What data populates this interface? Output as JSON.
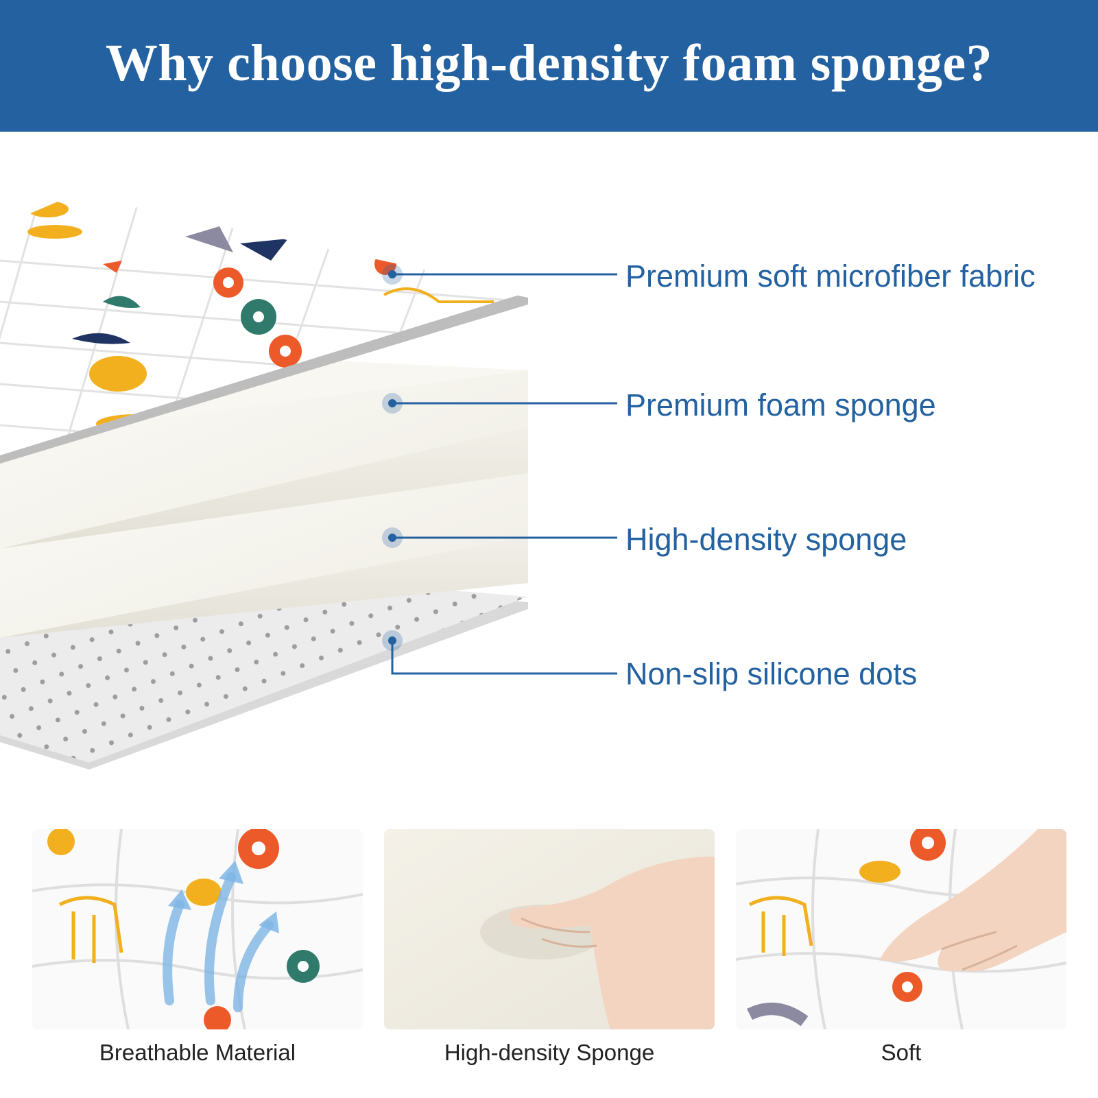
{
  "header": {
    "title": "Why choose high-density foam sponge?"
  },
  "layers": [
    {
      "label": "Premium soft microfiber fabric",
      "icon": "fabric-layer"
    },
    {
      "label": "Premium foam sponge",
      "icon": "foam-layer"
    },
    {
      "label": "High-density sponge",
      "icon": "sponge-layer"
    },
    {
      "label": "Non-slip silicone dots",
      "icon": "dots-layer"
    }
  ],
  "features": [
    {
      "caption": "Breathable Material",
      "icon": "airflow-arrows-icon"
    },
    {
      "caption": "High-density Sponge",
      "icon": "hand-press-icon"
    },
    {
      "caption": "Soft",
      "icon": "hand-touch-icon"
    }
  ],
  "colors": {
    "brand_blue": "#2361a0",
    "foam": "#f3f1ea",
    "dots_sheet": "#e6e6e6",
    "accent_orange": "#ec5a2a",
    "accent_yellow": "#f2b01e",
    "accent_green": "#2f7a6b",
    "accent_navy": "#1f3463"
  }
}
